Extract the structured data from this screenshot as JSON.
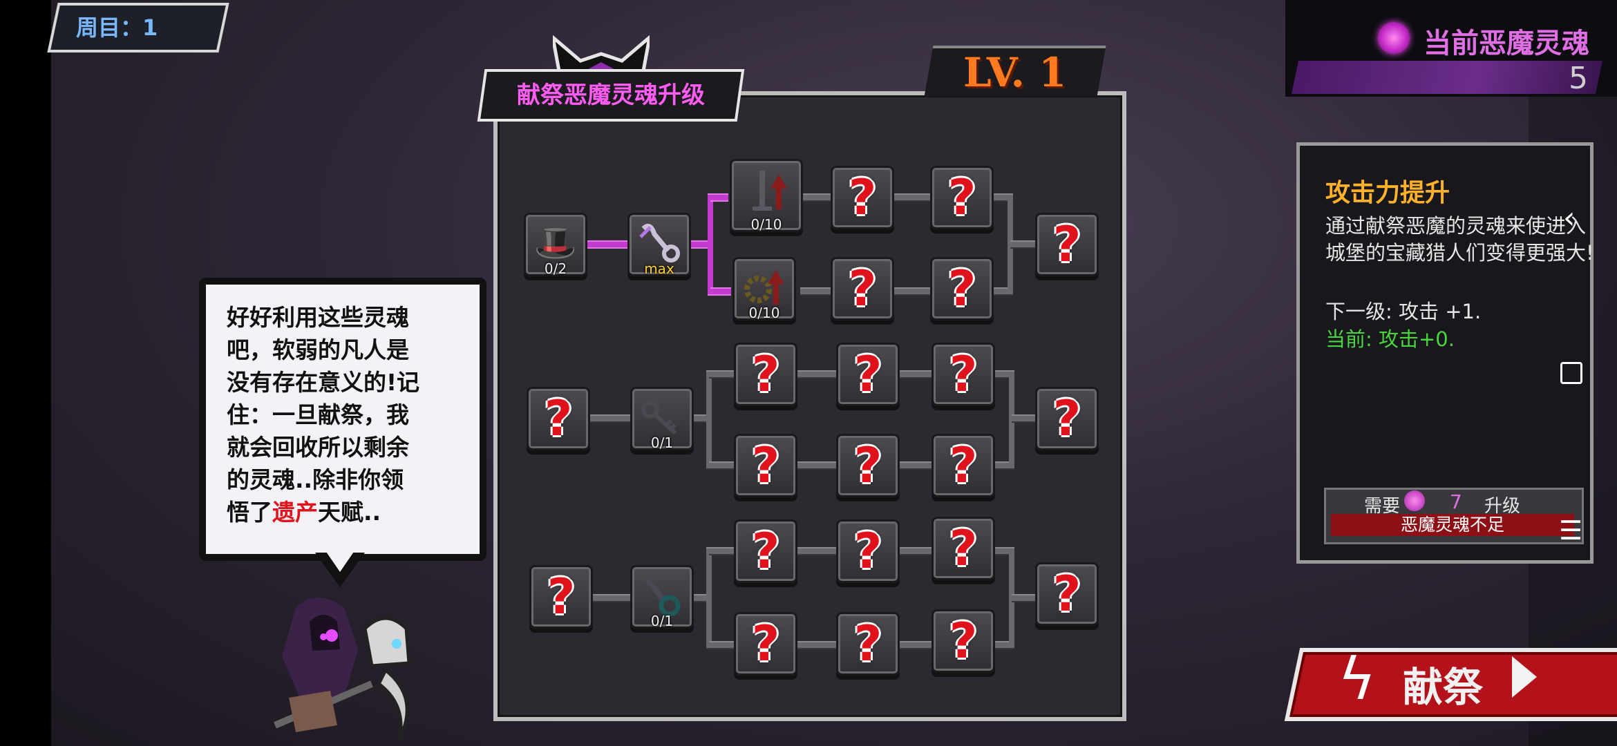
{
  "round": {
    "label": "周目：1"
  },
  "souls": {
    "title": "当前恶魔灵魂",
    "count": "5"
  },
  "panel": {
    "title": "献祭恶魔灵魂升级",
    "level": "LV. 1"
  },
  "tree": {
    "row1": {
      "start_label": "0/2",
      "key_label": "max",
      "upper_label": "0/10",
      "lower_label": "0/10"
    },
    "row2": {
      "key_label": "0/1"
    },
    "row3": {
      "key_label": "0/1"
    }
  },
  "bubble": {
    "line1": "好好利用这些灵魂",
    "line2": "吧，软弱的凡人是",
    "line3": "没有存在意义的!记",
    "line4": "住：一旦献祭，我",
    "line5": "就会回收所以剩余",
    "line6": "的灵魂..除非你领",
    "line7_pre": "悟了",
    "line7_red": "遗产",
    "line7_post": "天赋.."
  },
  "info": {
    "title": "攻击力提升",
    "description": "通过献祭恶魔的灵魂来使进入城堡的宝藏猎人们变得更强大!",
    "next": "下一级: 攻击 +1.",
    "current": "当前: 攻击+0.",
    "need_label": "需要",
    "need_amount": "7",
    "need_suffix": "升级",
    "warning": "恶魔灵魂不足"
  },
  "sacrifice": {
    "label": "献祭"
  },
  "colors": {
    "accent_magenta": "#ff5cf3",
    "level_orange": "#ff7a1f",
    "title_gold": "#ffb12a",
    "current_green": "#49d63f",
    "warning_red": "#8d1016"
  }
}
